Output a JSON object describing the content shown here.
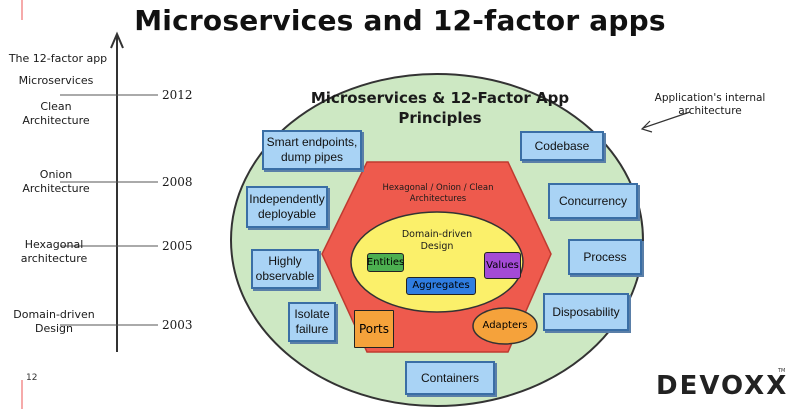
{
  "title": "Microservices and 12-factor apps",
  "timeline": {
    "axis_label": "The 12-factor app",
    "entries": [
      {
        "label": "Microservices",
        "year": ""
      },
      {
        "label": "Clean\nArchitecture",
        "year": "2012"
      },
      {
        "label": "Onion\nArchitecture",
        "year": "2008"
      },
      {
        "label": "Hexagonal\narchitecture",
        "year": "2005"
      },
      {
        "label": "Domain-driven\nDesign",
        "year": "2003"
      }
    ]
  },
  "diagram": {
    "outer_title": "Microservices & 12-Factor App\nPrinciples",
    "hexagon_title": "Hexagonal / Onion / Clean\nArchitectures",
    "ddd_title": "Domain-driven\nDesign",
    "ddd_items": {
      "entities": "Entities",
      "values": "Values",
      "aggregates": "Aggregates"
    },
    "ports": "Ports",
    "adapters": "Adapters",
    "left_boxes": [
      "Smart endpoints,\ndump pipes",
      "Independently\ndeployable",
      "Highly\nobservable",
      "Isolate\nfailure"
    ],
    "right_boxes": [
      "Codebase",
      "Concurrency",
      "Process",
      "Disposability"
    ],
    "bottom_box": "Containers",
    "annotation": "Application's internal\narchitecture"
  },
  "slide_number": "12",
  "logo": "DEVOXX"
}
